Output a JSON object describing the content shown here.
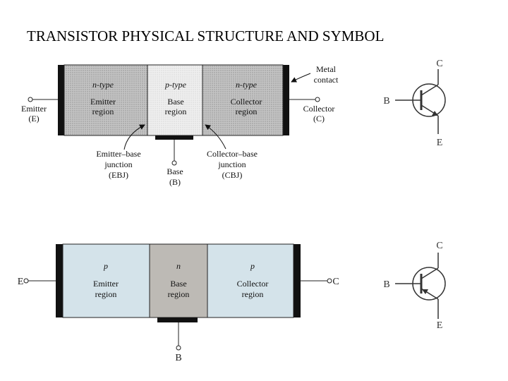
{
  "title": "TRANSISTOR PHYSICAL STRUCTURE AND SYMBOL",
  "colors": {
    "npn_fill": "#bdbdbd",
    "npn_base_fill": "#e8e8e8",
    "pnp_fill": "#d4e3ea",
    "pnp_base_fill": "#bdbab5",
    "metal": "#111111",
    "line": "#222222"
  },
  "npn": {
    "regions": [
      {
        "type": "n-type",
        "name": [
          "Emitter",
          "region"
        ]
      },
      {
        "type": "p-type",
        "name": [
          "Base",
          "region"
        ]
      },
      {
        "type": "n-type",
        "name": [
          "Collector",
          "region"
        ]
      }
    ],
    "metal_contact": [
      "Metal",
      "contact"
    ],
    "emitter_terminal": [
      "Emitter",
      "(E)"
    ],
    "collector_terminal": [
      "Collector",
      "(C)"
    ],
    "base_terminal": [
      "Base",
      "(B)"
    ],
    "ebj_label": [
      "Emitter–base",
      "junction",
      "(EBJ)"
    ],
    "cbj_label": [
      "Collector–base",
      "junction",
      "(CBJ)"
    ]
  },
  "pnp": {
    "regions": [
      {
        "type": "p",
        "name": [
          "Emitter",
          "region"
        ]
      },
      {
        "type": "n",
        "name": [
          "Base",
          "region"
        ]
      },
      {
        "type": "p",
        "name": [
          "Collector",
          "region"
        ]
      }
    ],
    "emitter_terminal": "E",
    "collector_terminal": "C",
    "base_terminal": "B"
  },
  "npn_symbol": {
    "c": "C",
    "b": "B",
    "e": "E"
  },
  "pnp_symbol": {
    "c": "C",
    "b": "B",
    "e": "E"
  }
}
